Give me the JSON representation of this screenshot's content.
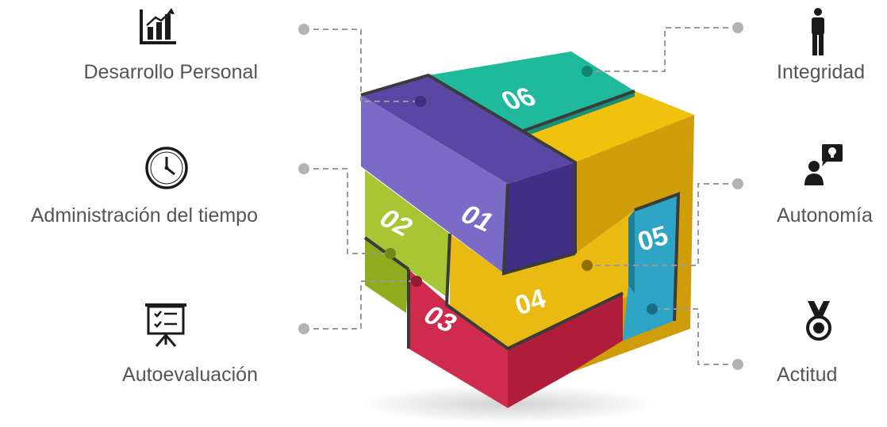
{
  "features": [
    {
      "number": "01",
      "label": "Desarrollo Personal",
      "icon": "growth-chart-icon",
      "color": "#5d4aa6"
    },
    {
      "number": "02",
      "label": "Administración del tiempo",
      "icon": "clock-icon",
      "color": "#a4bf2d"
    },
    {
      "number": "03",
      "label": "Autoevaluación",
      "icon": "presentation-checklist-icon",
      "color": "#d02a4c"
    },
    {
      "number": "04",
      "label": "Autonomía",
      "icon": "person-idea-icon",
      "color": "#e7b913"
    },
    {
      "number": "05",
      "label": "Actitud",
      "icon": "medal-icon",
      "color": "#2ea5c4"
    },
    {
      "number": "06",
      "label": "Integridad",
      "icon": "person-icon",
      "color": "#1fb99c"
    }
  ],
  "colors": {
    "text": "#555555",
    "connector": "#9a9a9a",
    "dot": "#b3b3b3",
    "icon": "#1a1a1a"
  }
}
